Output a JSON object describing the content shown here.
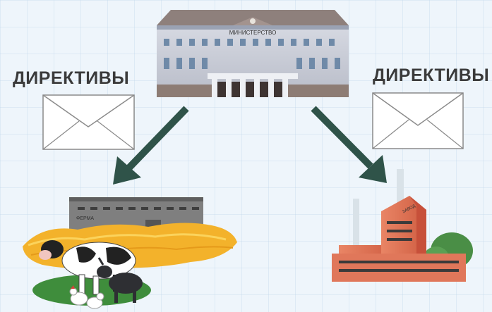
{
  "ministry": {
    "sign": "МИНИСТЕРСТВО"
  },
  "directives_left": {
    "label": "ДИРЕКТИВЫ"
  },
  "directives_right": {
    "label": "ДИРЕКТИВЫ"
  },
  "farm": {
    "sign": "ФЕРМА"
  },
  "factory": {
    "sign": "ЗАВОД"
  },
  "colors": {
    "background": "#eef5fb",
    "arrow": "#2f5349",
    "ministry_roof": "#8b7d7a",
    "ministry_wall": "#c8ccd6",
    "factory": "#e0775a",
    "hay": "#f3b22b",
    "grass": "#3f8d3c"
  }
}
